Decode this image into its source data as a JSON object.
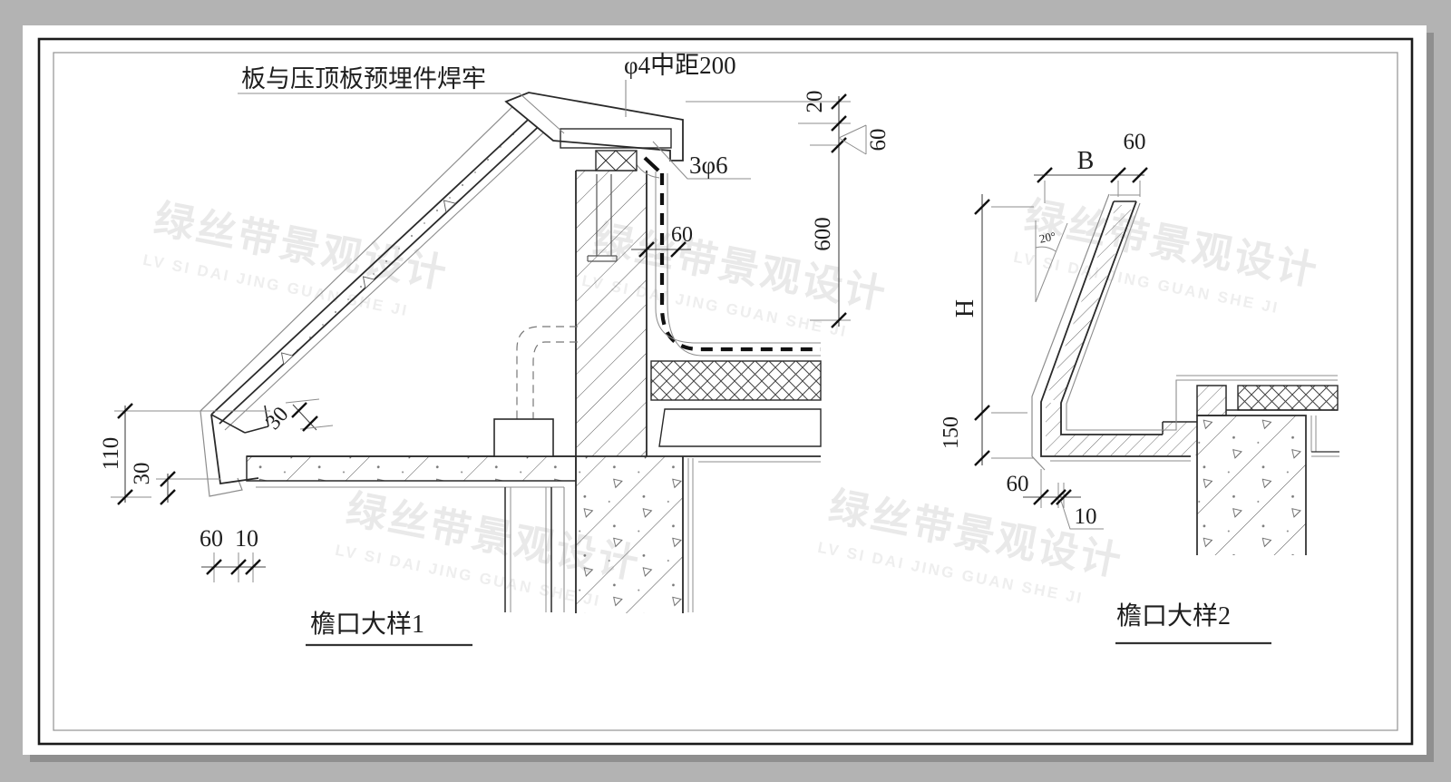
{
  "page": {
    "background": "#b3b3b3",
    "paper": "#ffffff",
    "frame_outer_color": "#1a1a1a",
    "frame_inner_color": "#9a9a9a",
    "line_color": "#2a2a2a",
    "aux_color": "#8d8d8d",
    "watermark_color": "#e9e9e9"
  },
  "watermark": {
    "cn": "绿丝带景观设计",
    "en": "LV SI DAI JING GUAN SHE JI"
  },
  "detail1": {
    "title": "檐口大样1",
    "notes": {
      "weld": "板与压顶板预埋件焊牢",
      "mesh": "φ4中距200",
      "bars": "3φ6"
    },
    "dims": {
      "top20": "20",
      "top60": "60",
      "right600": "600",
      "wall60": "60",
      "slope30": "30",
      "left110": "110",
      "left30": "30",
      "bottom60": "60",
      "bottom10": "10"
    }
  },
  "detail2": {
    "title": "檐口大样2",
    "dims": {
      "b": "B",
      "top60": "60",
      "h": "H",
      "left150": "150",
      "bottom60": "60",
      "bottom10": "10",
      "angle": "20°"
    }
  }
}
